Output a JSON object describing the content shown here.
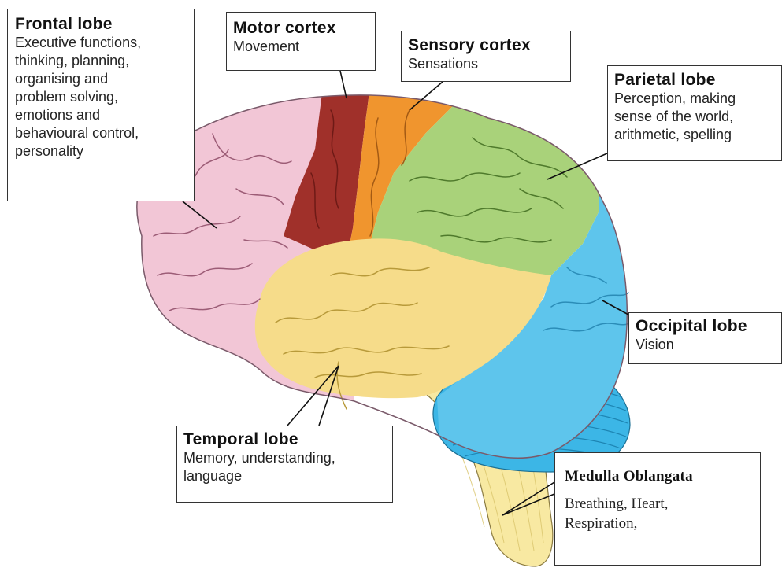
{
  "labels": {
    "frontal": {
      "title": "Frontal lobe",
      "lines": [
        "Executive functions,",
        "thinking, planning,",
        "organising and",
        "problem solving,",
        "emotions and",
        "behavioural control,",
        "personality"
      ]
    },
    "motor": {
      "title": "Motor cortex",
      "lines": [
        "Movement"
      ]
    },
    "sensory": {
      "title": "Sensory cortex",
      "lines": [
        "Sensations"
      ]
    },
    "parietal": {
      "title": "Parietal lobe",
      "lines": [
        "Perception, making",
        "sense of the world,",
        "arithmetic, spelling"
      ]
    },
    "occipital": {
      "title": "Occipital lobe",
      "lines": [
        "Vision"
      ]
    },
    "temporal": {
      "title": "Temporal lobe",
      "lines": [
        "Memory, understanding,",
        "language"
      ]
    },
    "medulla": {
      "title": "Medulla Oblangata",
      "lines": [
        "Breathing, Heart,",
        "Respiration,"
      ]
    }
  },
  "colors": {
    "frontal": "#f2c6d6",
    "motor": "#a0302a",
    "sensory": "#f0952e",
    "parietal": "#a9d27a",
    "occipital": "#5ec5ec",
    "cerebellum": "#3cb6e6",
    "temporal": "#f6dc8a",
    "brainstem": "#f8e9a2",
    "outline": "#333333"
  }
}
